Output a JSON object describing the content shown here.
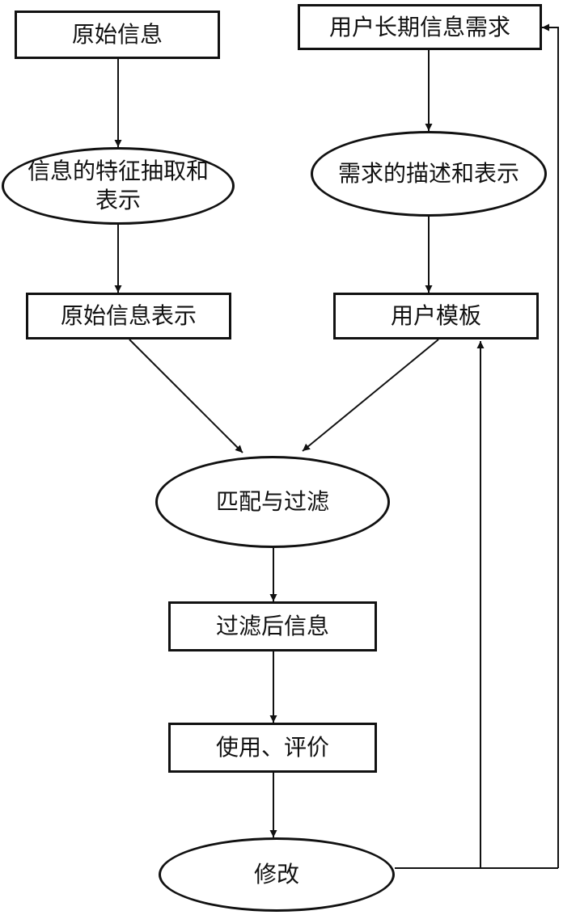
{
  "nodes": {
    "raw_info": "原始信息",
    "feature_extraction": "信息的特征抽取和表示",
    "raw_info_representation": "原始信息表示",
    "user_long_term_needs": "用户长期信息需求",
    "need_description": "需求的描述和表示",
    "user_template": "用户模板",
    "match_filter": "匹配与过滤",
    "filtered_info": "过滤后信息",
    "use_evaluate": "使用、评价",
    "modify": "修改"
  }
}
